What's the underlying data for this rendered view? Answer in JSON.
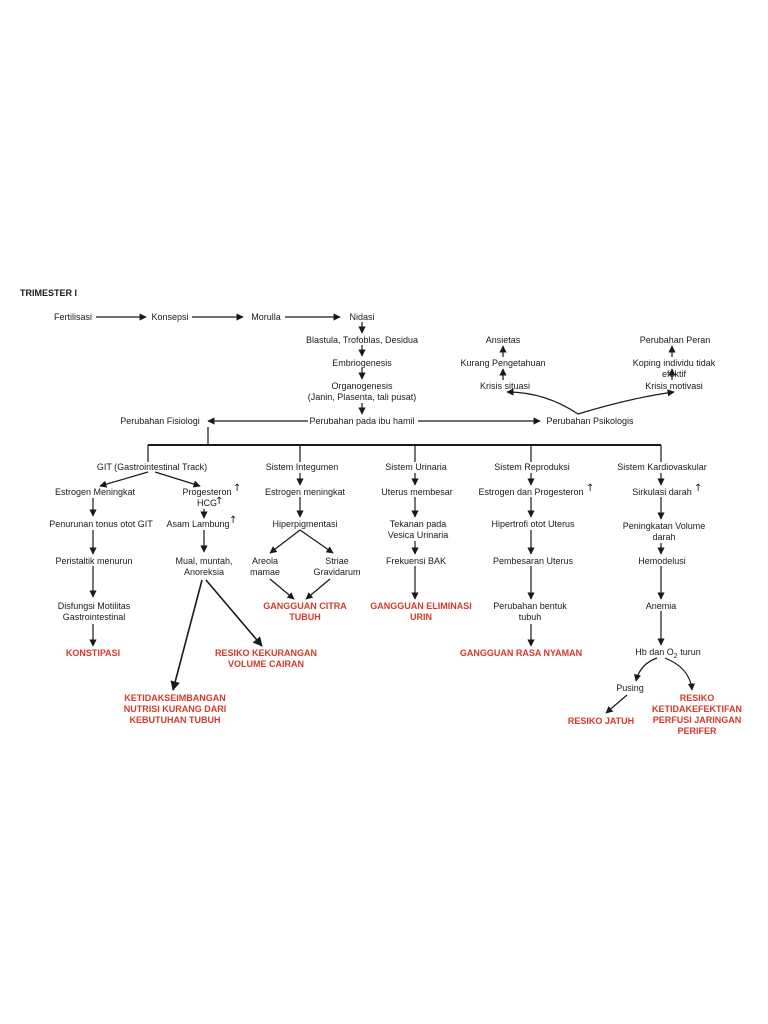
{
  "diagram": {
    "title": "TRIMESTER I",
    "nodes": {
      "fertilisasi": "Fertilisasi",
      "konsepsi": "Konsepsi",
      "morulla": "Morulla",
      "nidasi": "Nidasi",
      "blastula": "Blastula, Trofoblas, Desidua",
      "embriogenesis": "Embriogenesis",
      "organogenesis": "Organogenesis\n(Janin, Plasenta, tali pusat)",
      "perubahan_ibu": "Perubahan pada ibu hamil",
      "perubahan_fisiologi": "Perubahan Fisiologi",
      "perubahan_psikologis": "Perubahan Psikologis",
      "ansietas": "Ansietas",
      "kurang_pengetahuan": "Kurang Pengetahuan",
      "krisis_situasi": "Krisis situasi",
      "perubahan_peran": "Perubahan Peran",
      "koping_individu": "Koping individu tidak efektif",
      "krisis_motivasi": "Krisis motivasi",
      "git": "GIT (Gastrointestinal Track)",
      "estrogen_meningkat_git": "Estrogen Meningkat",
      "progesteron_hcg": "Progesteron\nHCG",
      "penurunan_tonus": "Penurunan tonus otot GIT",
      "asam_lambung": "Asam Lambung",
      "peristaltik": "Peristaltik menurun",
      "mual_muntah": "Mual, muntah,\nAnoreksia",
      "disfungsi_motilitas": "Disfungsi Motilitas\nGastrointestinal",
      "sistem_integumen": "Sistem Integumen",
      "estrogen_meningkat_int": "Estrogen meningkat",
      "hiperpigmentasi": "Hiperpigmentasi",
      "areola_mamae": "Areola\nmamae",
      "striae_gravidarum": "Striae\nGravidarum",
      "sistem_urinaria": "Sistem Urinaria",
      "uterus_membesar": "Uterus membesar",
      "tekanan_vesica": "Tekanan pada\nVesica Urinaria",
      "frekuensi_bak": "Frekuensi BAK",
      "sistem_reproduksi": "Sistem Reproduksi",
      "estrogen_progesteron": "Estrogen dan Progesteron",
      "hipertrofi_otot": "Hipertrofi otot Uterus",
      "pembesaran_uterus": "Pembesaran Uterus",
      "perubahan_bentuk": "Perubahan bentuk\ntubuh",
      "sistem_kardiovaskular": "Sistem  Kardiovaskular",
      "sirkulasi_darah": "Sirkulasi darah",
      "peningkatan_volume": "Peningkatan Volume\ndarah",
      "hemodelusi": "Hemodelusi",
      "anemia": "Anemia",
      "hb_o2_prefix": "Hb dan O",
      "hb_o2_sub": "2",
      "hb_o2_suffix": " turun",
      "pusing": "Pusing"
    },
    "diagnoses": {
      "konstipasi": "KONSTIPASI",
      "resiko_kekurangan": "RESIKO KEKURANGAN\nVOLUME CAIRAN",
      "ketidakseimbangan": "KETIDAKSEIMBANGAN\nNUTRISI KURANG DARI\nKEBUTUHAN TUBUH",
      "gangguan_citra": "GANGGUAN CITRA\nTUBUH",
      "gangguan_eliminasi": "GANGGUAN ELIMINASI\nURIN",
      "gangguan_rasa_nyaman": "GANGGUAN RASA NYAMAN",
      "resiko_jatuh": "RESIKO JATUH",
      "resiko_ketidakefektifan": "RESIKO\nKETIDAKEFEKTIFAN\nPERFUSI JARINGAN\nPERIFER"
    },
    "markers": {
      "increase_symbol": "↑"
    },
    "colors": {
      "text": "#1a1a1a",
      "diagnosis": "#d33a2c",
      "line": "#1a1a1a",
      "background": "#ffffff"
    }
  }
}
